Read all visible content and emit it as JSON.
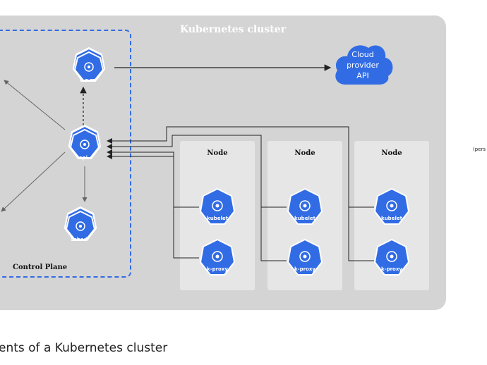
{
  "diagram": {
    "cluster_title": "Kubernetes cluster",
    "control_plane_label": "Control Plane",
    "cloud_label": [
      "Cloud",
      "provider",
      "API"
    ],
    "nodes": [
      {
        "title": "Node",
        "components": [
          "kubelet",
          "k-proxy"
        ]
      },
      {
        "title": "Node",
        "components": [
          "kubelet",
          "k-proxy"
        ]
      },
      {
        "title": "Node",
        "components": [
          "kubelet",
          "k-proxy"
        ]
      }
    ],
    "control_plane_components": [
      "c-c-m",
      "api",
      "sched"
    ]
  },
  "caption": "ents of a Kubernetes cluster",
  "side_note": "(pers",
  "colors": {
    "k8s_blue": "#326ce5",
    "cluster_bg": "#d4d4d4",
    "node_bg": "#e6e6e6",
    "dashed_border": "#326ce5"
  }
}
